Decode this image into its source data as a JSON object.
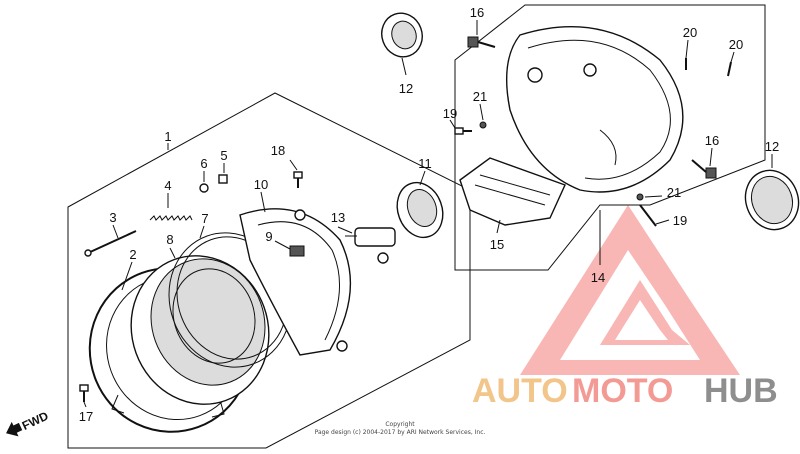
{
  "diagram": {
    "callouts": {
      "c1": "1",
      "c2": "2",
      "c3": "3",
      "c4": "4",
      "c5": "5",
      "c6": "6",
      "c7": "7",
      "c8": "8",
      "c9": "9",
      "c10": "10",
      "c11": "11",
      "c12a": "12",
      "c12b": "12",
      "c13": "13",
      "c14": "14",
      "c15": "15",
      "c16a": "16",
      "c16b": "16",
      "c17": "17",
      "c18": "18",
      "c19a": "19",
      "c19b": "19",
      "c20a": "20",
      "c20b": "20",
      "c21a": "21",
      "c21b": "21"
    },
    "direction_label": "FWD",
    "copyright_line1": "Copyright",
    "copyright_line2": "Page design (c) 2004-2017 by ARI Network Services, Inc."
  },
  "watermark": {
    "part1": "AUTO",
    "part2": "MOTO",
    "part3": "HUB",
    "colors": {
      "auto": "#f2c58a",
      "moto": "#f39a95",
      "hub": "#8e8e8e",
      "logo": "#f47c78"
    }
  }
}
